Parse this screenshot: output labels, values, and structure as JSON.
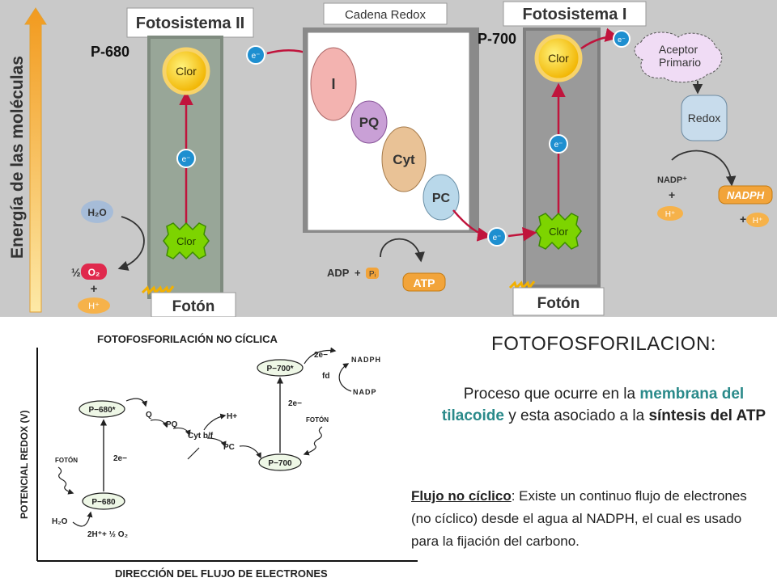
{
  "top_diagram": {
    "y_axis_label": "Energía de las moléculas",
    "ps2_title": "Fotosistema II",
    "ps1_title": "Fotosistema I",
    "redox_title": "Cadena Redox",
    "p680_label": "P-680",
    "p700_label": "P-700",
    "chlor_label": "Clor",
    "electron_label": "e⁻",
    "photon_label": "Fotón",
    "water": "H₂O",
    "oxygen_coef": "½",
    "oxygen": "O₂",
    "plus": "+",
    "proton": "H⁺",
    "chain": [
      "I",
      "PQ",
      "Cyt",
      "PC"
    ],
    "adp": "ADP",
    "p_label": "Pᵢ",
    "atp": "ATP",
    "acceptor_line1": "Aceptor",
    "acceptor_line2": "Primario",
    "redox_box": "Redox",
    "nadp": "NADP⁺",
    "nadph": "NADPH"
  },
  "bottom_diagram": {
    "title": "FOTOFOSFORILACIÓN NO CÍCLICA",
    "y_label": "POTENCIAL REDOX (V)",
    "x_label": "DIRECCIÓN DEL FLUJO DE ELECTRONES",
    "p680": "P−680",
    "p680_star": "P−680*",
    "p700": "P−700",
    "p700_star": "P−700*",
    "photon": "FOTÓN",
    "two_e": "2e−",
    "water": "H₂O",
    "products": "2H⁺+ ½ O₂",
    "q": "Q",
    "pq": "PQ",
    "cyt": "Cyt b/f",
    "h_plus": "H+",
    "pc": "PC",
    "fd": "fd",
    "nadph": "NADPH",
    "nadp": "NADP"
  },
  "text": {
    "title": "FOTOFOSFORILACION:",
    "desc_1": "Proceso que ocurre en la ",
    "desc_hl": "membrana del tilacoide",
    "desc_2": " y esta asociado a la ",
    "desc_bold": "síntesis del ATP",
    "flow_title": "Flujo no cíclico",
    "flow_body": ": Existe un continuo flujo de electrones (no cíclico) desde el agua al NADPH, el cual es usado para la fijación del carbono."
  },
  "colors": {
    "background_panel": "#c9c9c9",
    "chlorophyll_yellow": "#f6cd1b",
    "chlorophyll_green": "#7dd400",
    "electron_blue": "#1e8fd0",
    "chain_pink": "#f3b3b0",
    "chain_purple": "#c9a0d6",
    "chain_pc": "#b9d8ea",
    "accent_teal": "#2a8a8a"
  }
}
